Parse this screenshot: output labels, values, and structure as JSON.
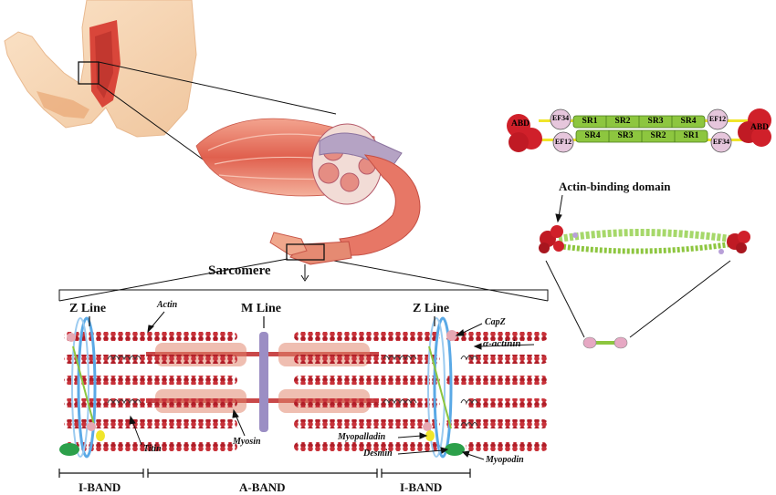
{
  "labels": {
    "sarcomere": "Sarcomere",
    "z_line_left": "Z Line",
    "z_line_right": "Z Line",
    "m_line": "M Line",
    "actin": "Actin",
    "titin": "Titin",
    "myosin": "Myosin",
    "capz": "CapZ",
    "alpha_actinin": "α-actinin",
    "myopalladin": "Myopalladin",
    "desmin": "Desmin",
    "myopodin": "Myopodin",
    "actin_binding_domain": "Actin-binding domain"
  },
  "bands": {
    "i_band_left": "I-BAND",
    "a_band": "A-BAND",
    "i_band_right": "I-BAND"
  },
  "domains": {
    "abd_left": "ABD",
    "abd_right": "ABD",
    "top_row": [
      "EF34",
      "SR1",
      "SR2",
      "SR3",
      "SR4",
      "EF12"
    ],
    "bottom_row": [
      "EF12",
      "SR4",
      "SR3",
      "SR2",
      "SR1",
      "EF34"
    ]
  },
  "colors": {
    "actin": "#b5202a",
    "myosin": "#e07a5f",
    "m_line": "#9b8ec4",
    "z_line": "#5aa9e6",
    "spectrin_repeat": "#8dc63f",
    "abd": "#d0202a",
    "ef_hand": "#e6c6dc"
  }
}
